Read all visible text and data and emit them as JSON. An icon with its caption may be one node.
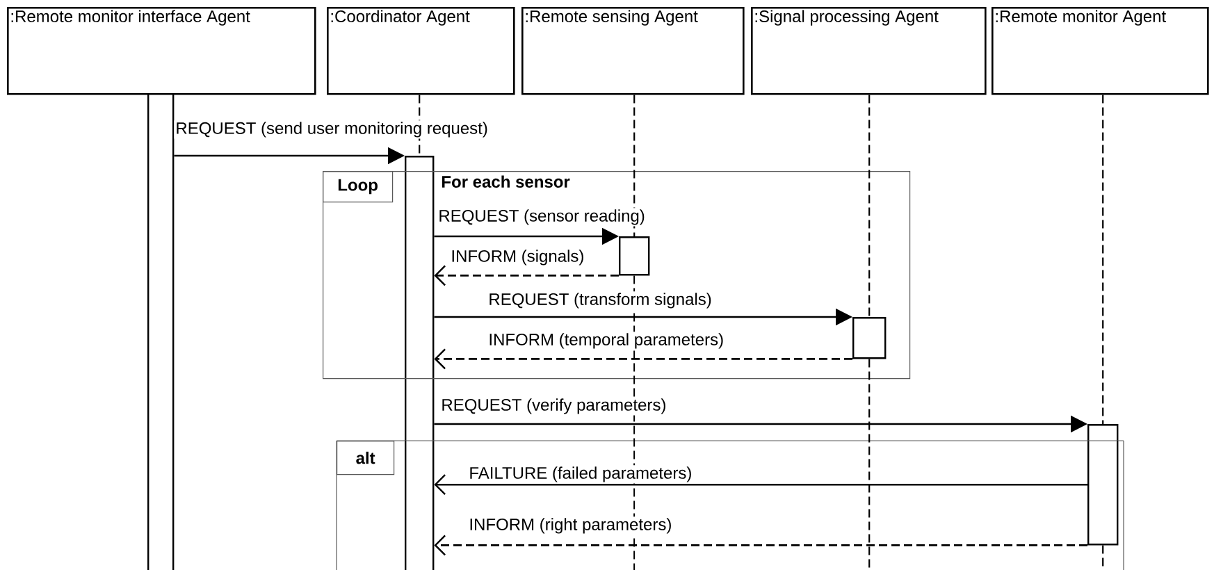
{
  "diagram": {
    "nodes": [
      {
        "text": [
          ":Remote monitor interface Agent"
        ]
      },
      {
        "text": [
          ":Coordinator Agent"
        ]
      },
      {
        "text": [
          ":Remote sensing Agent"
        ]
      },
      {
        "text": [
          ":Signal processing Agent"
        ]
      },
      {
        "text": [
          ":Remote monitor Agent"
        ]
      },
      {
        "text": [],
        "shape": "bar"
      },
      {
        "text": [],
        "shape": "bar"
      },
      {
        "text": [
          "Loop",
          "For each sensor"
        ]
      },
      {
        "text": [],
        "shape": "bar",
        "in": 7
      },
      {
        "text": [],
        "shape": "bar",
        "in": 7
      },
      {
        "text": [],
        "shape": "bar"
      },
      {
        "text": [
          "alt"
        ]
      }
    ],
    "edges": [
      {
        "from": 5,
        "to": 6,
        "arrow": "to",
        "label": "REQUEST (send user monitoring request)"
      },
      {
        "from": 6,
        "to": 8,
        "arrow": "to",
        "label": "REQUEST (sensor reading)"
      },
      {
        "from": 8,
        "to": 6,
        "arrow": "to",
        "label": "INFORM (signals)",
        "style": "dashed"
      },
      {
        "from": 6,
        "to": 9,
        "arrow": "to",
        "label": "REQUEST (transform signals)"
      },
      {
        "from": 9,
        "to": 6,
        "arrow": "to",
        "label": "INFORM (temporal parameters)",
        "style": "dashed"
      },
      {
        "from": 6,
        "to": 10,
        "arrow": "to",
        "label": "REQUEST (verify parameters)"
      },
      {
        "from": 10,
        "to": 6,
        "arrow": "to",
        "label": "FAILTURE (failed parameters)"
      },
      {
        "from": 10,
        "to": 6,
        "arrow": "to",
        "label": "INFORM (right parameters)",
        "style": "dashed"
      },
      {
        "from": 1,
        "to": 6,
        "arrow": "none",
        "style": "dashed"
      },
      {
        "from": 2,
        "to": 8,
        "arrow": "none",
        "style": "dashed"
      },
      {
        "from": 8,
        "to": null,
        "arrow": "none",
        "style": "dashed"
      },
      {
        "from": 3,
        "to": 9,
        "arrow": "none",
        "style": "dashed"
      },
      {
        "from": 9,
        "to": null,
        "arrow": "none",
        "style": "dashed"
      },
      {
        "from": 4,
        "to": 10,
        "arrow": "none",
        "style": "dashed"
      },
      {
        "from": 10,
        "to": null,
        "arrow": "none",
        "style": "dashed"
      }
    ]
  }
}
